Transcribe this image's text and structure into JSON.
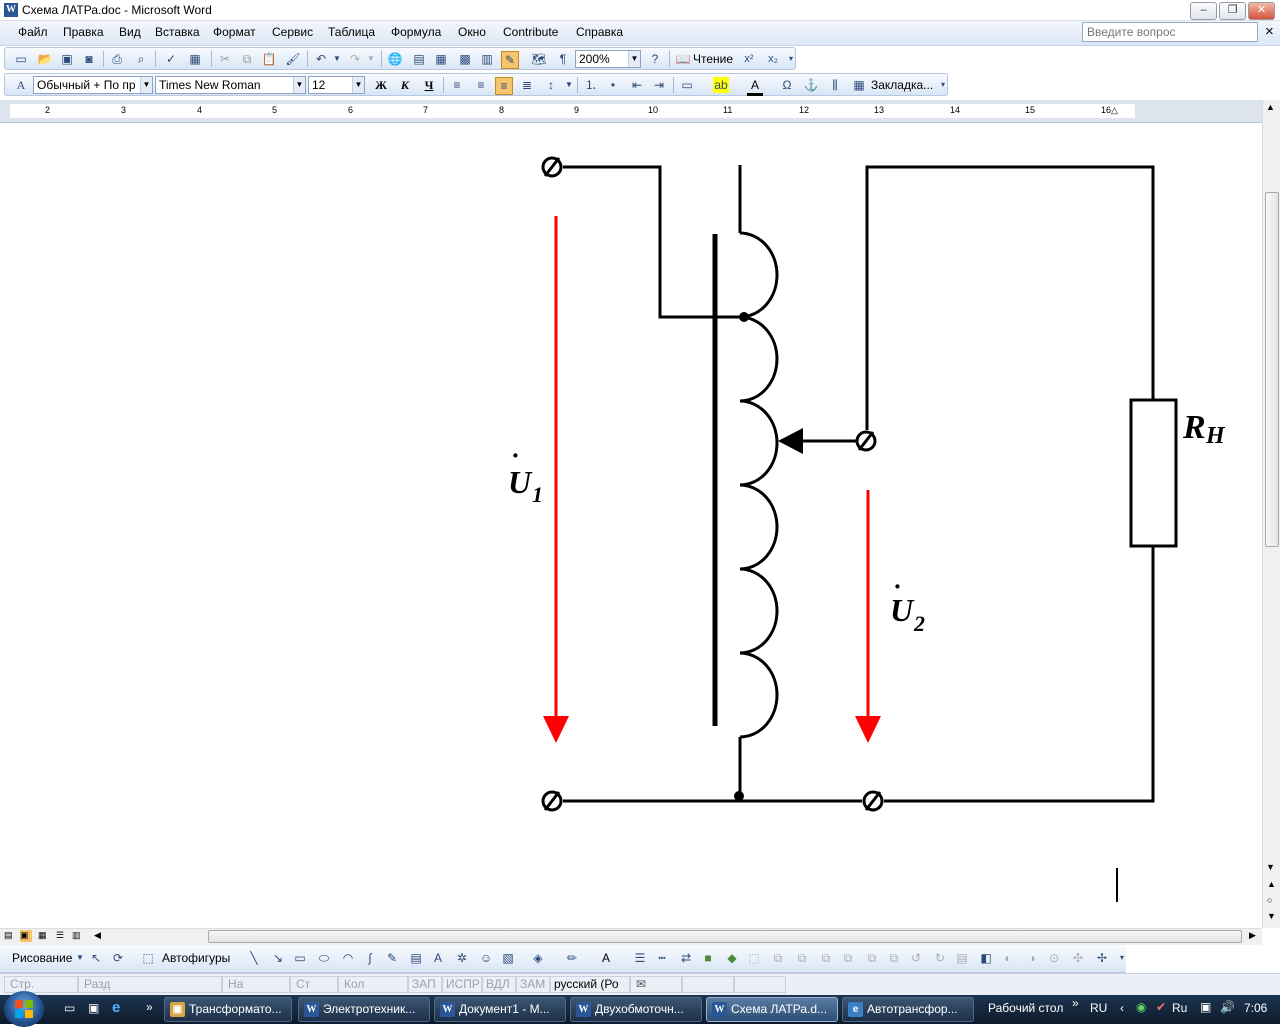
{
  "window": {
    "title": "Схема ЛАТРа.doc - Microsoft Word",
    "app_icon": "W",
    "controls": {
      "minimize": "–",
      "restore": "❐",
      "close": "✕"
    }
  },
  "menubar": {
    "items": [
      "Файл",
      "Правка",
      "Вид",
      "Вставка",
      "Формат",
      "Сервис",
      "Таблица",
      "Формула",
      "Окно",
      "Contribute",
      "Справка"
    ],
    "question_placeholder": "Введите вопрос",
    "close_doc": "×"
  },
  "toolbar_standard": {
    "zoom": "200%",
    "reading_label": "Чтение"
  },
  "toolbar_formatting": {
    "style": "Обычный + По пр",
    "font": "Times New Roman",
    "size": "12",
    "bold": "Ж",
    "italic": "К",
    "underline": "Ч",
    "bookmark_label": "Закладка..."
  },
  "ruler": {
    "numbers": [
      "2",
      "3",
      "4",
      "5",
      "6",
      "7",
      "8",
      "9",
      "10",
      "11",
      "12",
      "13",
      "14",
      "15",
      "16"
    ]
  },
  "diagram": {
    "label_u1_main": "U",
    "label_u1_sub": "1",
    "label_u2_main": "U",
    "label_u2_sub": "2",
    "label_r_main": "R",
    "label_r_sub": "H",
    "dot_mark": "·",
    "terminal_color": "#000000",
    "arrow_color": "#ff0000"
  },
  "drawbar": {
    "draw_label": "Рисование",
    "autoshapes_label": "Автофигуры"
  },
  "statusbar": {
    "page": "Стр.",
    "section": "Разд",
    "at": "На",
    "line": "Ст",
    "col": "Кол",
    "rec": "ЗАП",
    "trk": "ИСПР",
    "ext": "ВДЛ",
    "ovr": "ЗАМ",
    "language": "русский (Ро"
  },
  "taskbar": {
    "tasks": [
      {
        "label": "Трансформато..."
      },
      {
        "label": "Электротехник..."
      },
      {
        "label": "Документ1 - M..."
      },
      {
        "label": "Двухобмоточн..."
      },
      {
        "label": "Схема ЛАТРа.d..."
      },
      {
        "label": "Автотрансфор..."
      }
    ],
    "desktop_label": "Рабочий стол",
    "lang": "RU",
    "clock": "7:06",
    "chevron": "»"
  }
}
